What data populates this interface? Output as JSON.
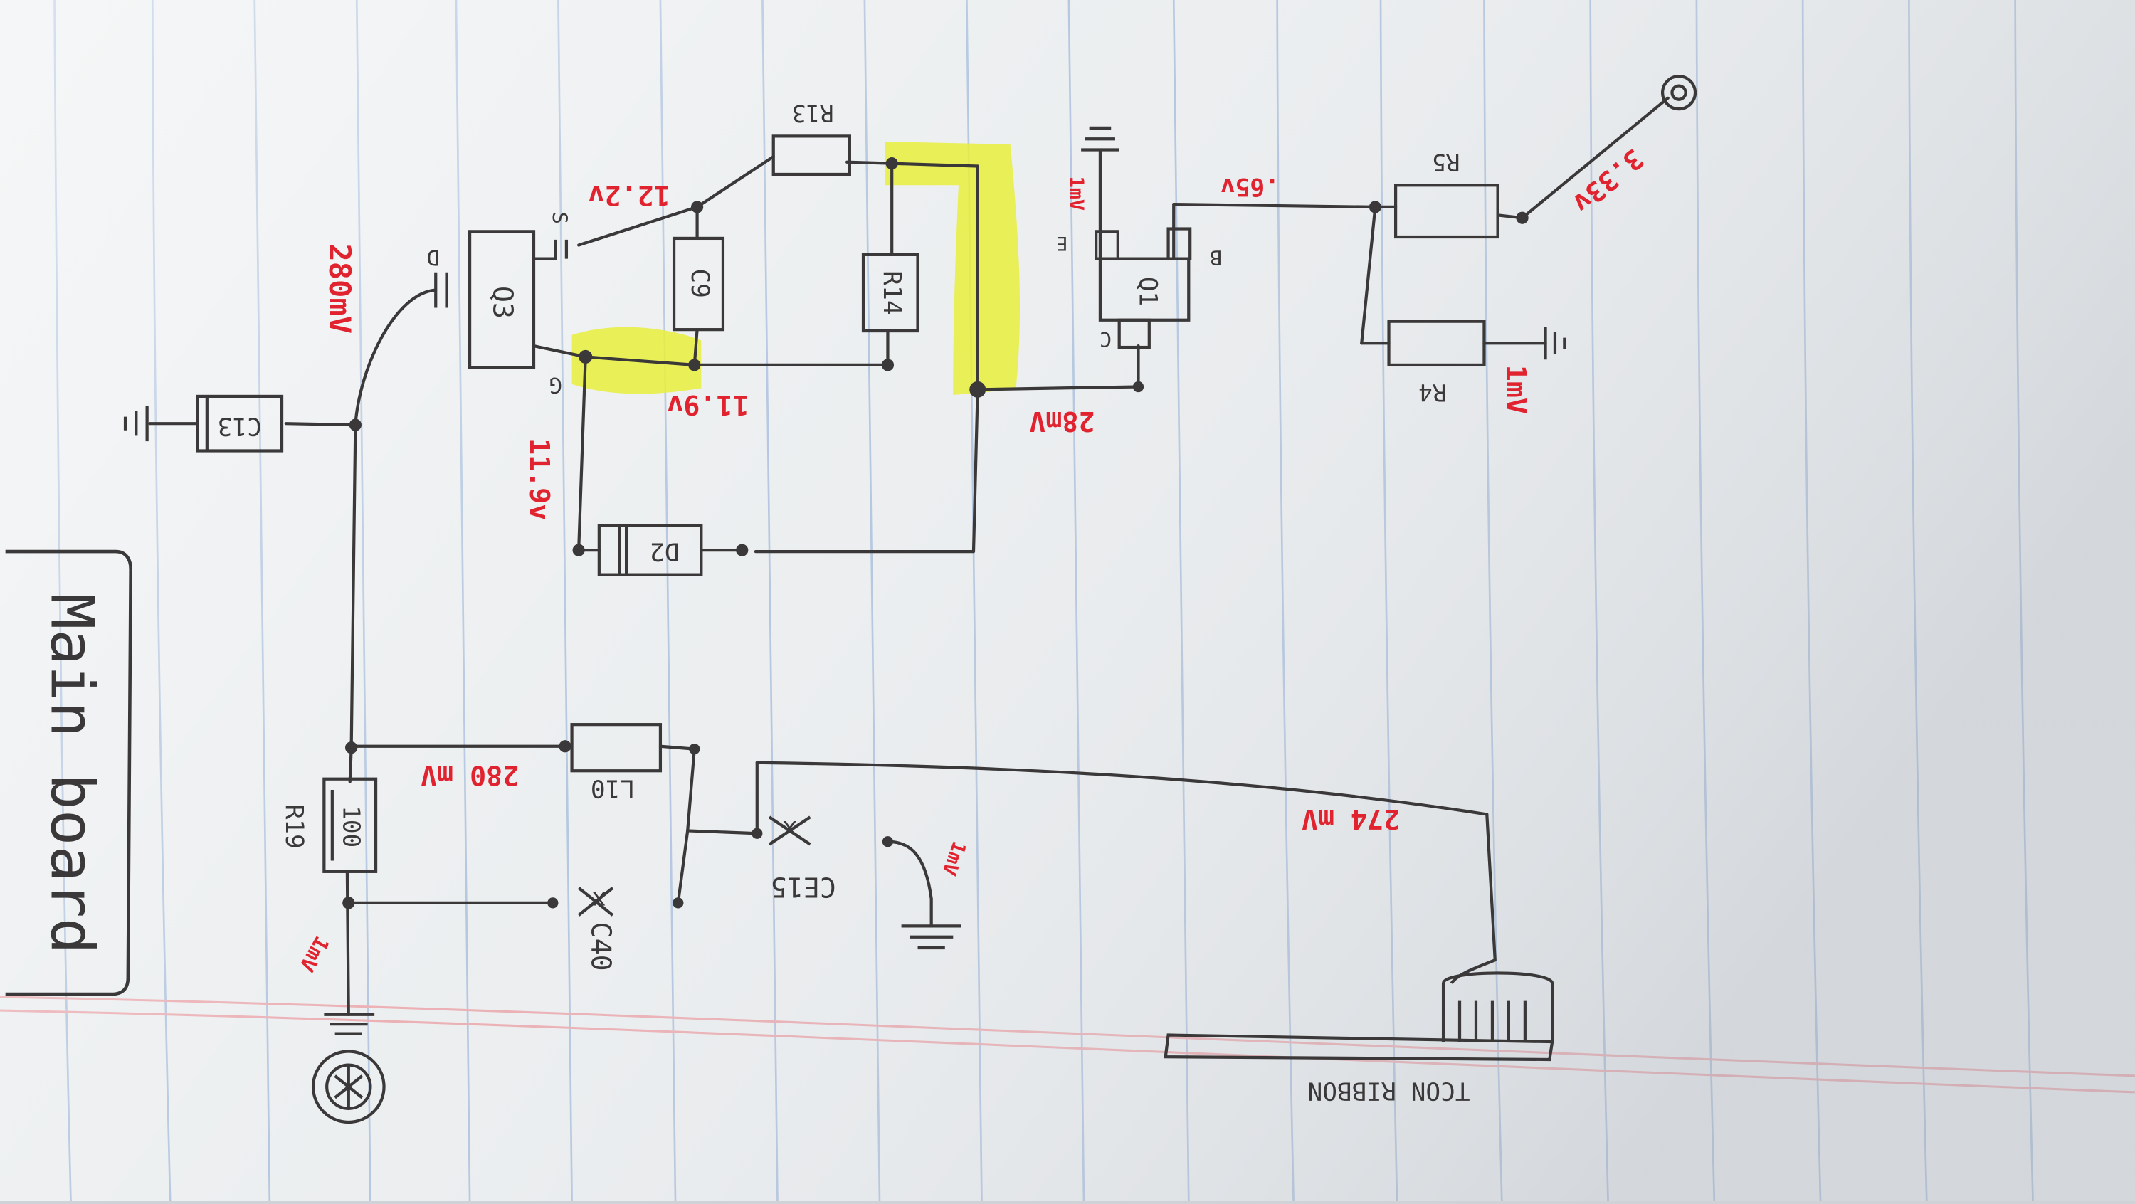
{
  "title": "Main board",
  "connector_label": "TCON RIBBON",
  "components": {
    "r19": "R19",
    "r19_value": "100",
    "c13": "C13",
    "q3": "Q3",
    "c9": "C9",
    "r14": "R14",
    "r13": "R13",
    "d2": "D2",
    "l10": "L10",
    "c40": "C40",
    "ce15": "CE15",
    "q1": "Q1",
    "r4": "R4",
    "r5": "R5"
  },
  "pins": {
    "q3_d": "D",
    "q3_s": "S",
    "q3_g": "G",
    "q1_b": "B",
    "q1_c": "C",
    "q1_e": "E"
  },
  "markers": {
    "x": "x"
  },
  "measurements": {
    "ground_top": "1mV",
    "node_280_a": "280mV",
    "node_280_b": "280 mV",
    "q3_gate": "11.9v",
    "c9_low": "11.9v",
    "q3_source": "12.2v",
    "node_28": "28mV",
    "q1_base": ".65v",
    "q1_e": "1mV",
    "r4_gnd": "1mV",
    "r5_out": "3.33v",
    "ce15_gnd": "1mV",
    "ribbon": "274 mV"
  },
  "colors": {
    "ink": "#3a3838",
    "annotation": "#e0232f",
    "highlight": "#e8ef3c",
    "paper": "#eef0f1",
    "rule_blue": "#a8bedb",
    "rule_red": "#e8a3a8"
  }
}
